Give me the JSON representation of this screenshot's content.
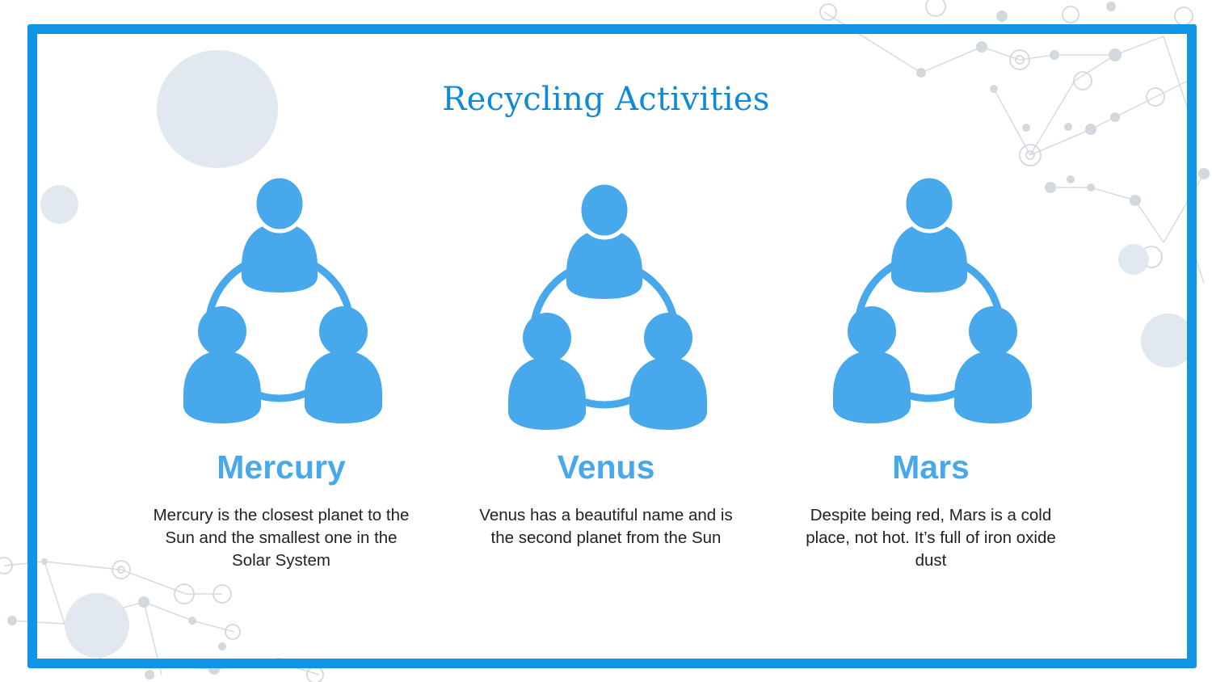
{
  "slide": {
    "title": "Recycling Activities",
    "accent_color": "#0f94e6",
    "icon_color": "#47a9ec",
    "items": [
      {
        "icon": "people-network-icon",
        "name": "Mercury",
        "description": "Mercury is the closest planet to the Sun and the smallest one in the Solar System"
      },
      {
        "icon": "people-network-icon",
        "name": "Venus",
        "description": "Venus has a beautiful name and is the second planet from the Sun"
      },
      {
        "icon": "people-network-icon",
        "name": "Mars",
        "description": "Despite being red, Mars is a cold place, not hot. It’s full of iron oxide dust"
      }
    ]
  }
}
